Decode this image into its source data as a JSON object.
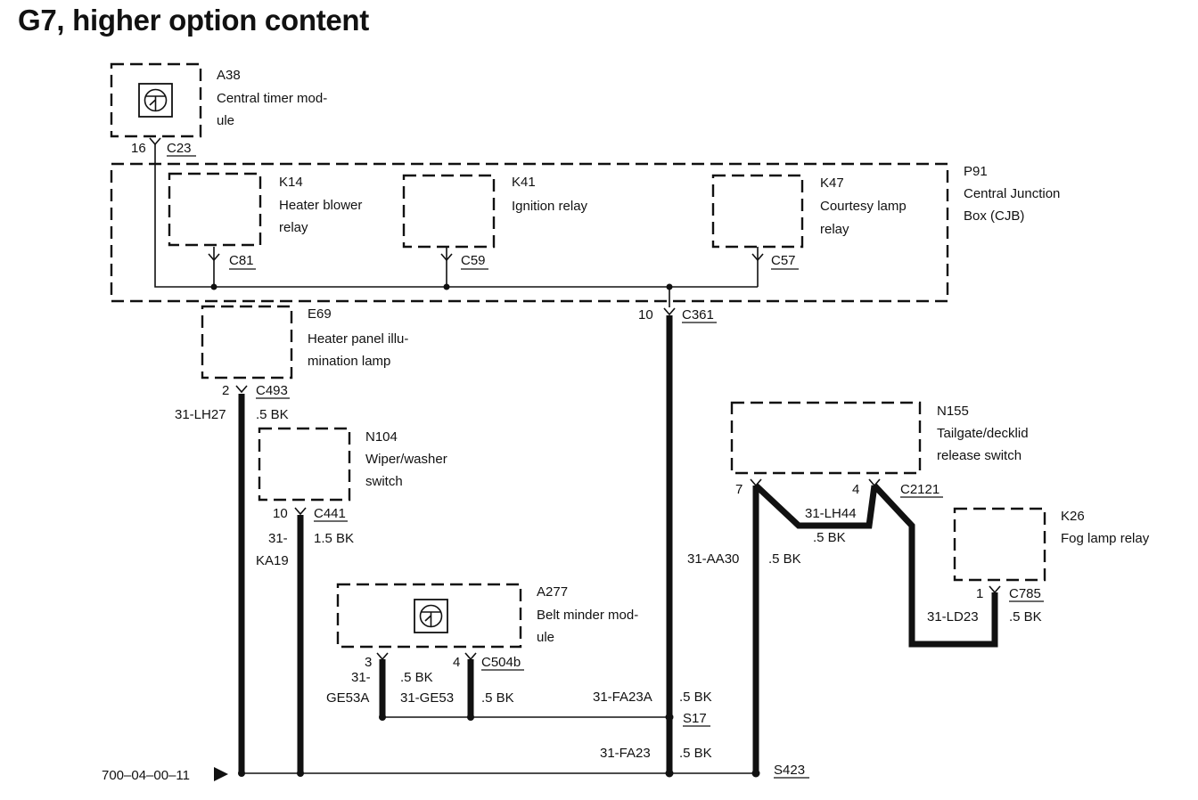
{
  "title": "G7, higher option content",
  "components": {
    "A38": {
      "id": "A38",
      "line1": "Central timer mod-",
      "line2": "ule",
      "pin": "16",
      "connector": "C23"
    },
    "P91": {
      "id": "P91",
      "line1": "Central Junction",
      "line2": "Box (CJB)"
    },
    "K14": {
      "id": "K14",
      "line1": "Heater blower",
      "line2": "relay",
      "connector": "C81"
    },
    "K41": {
      "id": "K41",
      "line1": "Ignition relay",
      "connector": "C59"
    },
    "K47": {
      "id": "K47",
      "line1": "Courtesy lamp",
      "line2": "relay",
      "connector": "C57"
    },
    "C361": {
      "pin": "10",
      "connector": "C361"
    },
    "E69": {
      "id": "E69",
      "line1": "Heater panel illu-",
      "line2": "mination lamp",
      "pin": "2",
      "connector": "C493"
    },
    "N104": {
      "id": "N104",
      "line1": "Wiper/washer",
      "line2": "switch",
      "pin": "10",
      "connector": "C441"
    },
    "A277": {
      "id": "A277",
      "line1": "Belt minder mod-",
      "line2": "ule",
      "pin_a": "3",
      "pin_b": "4",
      "connector": "C504b"
    },
    "N155": {
      "id": "N155",
      "line1": "Tailgate/decklid",
      "line2": "release switch",
      "pin_a": "7",
      "pin_b": "4",
      "connector": "C2121"
    },
    "K26": {
      "id": "K26",
      "line1": "Fog lamp relay",
      "pin": "1",
      "connector": "C785"
    }
  },
  "wires": {
    "lh27": {
      "code": "31-LH27",
      "size": ".5 BK"
    },
    "ka19": {
      "code_a": "31-",
      "code_b": "KA19",
      "size": "1.5 BK"
    },
    "ge53a": {
      "code_a": "31-",
      "code_b": "GE53A",
      "size": ".5 BK"
    },
    "ge53": {
      "code": "31-GE53",
      "size": ".5 BK"
    },
    "fa23a": {
      "code": "31-FA23A",
      "size": ".5 BK"
    },
    "fa23": {
      "code": "31-FA23",
      "size": ".5 BK"
    },
    "aa30": {
      "code": "31-AA30",
      "size": ".5 BK"
    },
    "lh44": {
      "code": "31-LH44",
      "size": ".5 BK"
    },
    "ld23": {
      "code": "31-LD23",
      "size": ".5 BK"
    }
  },
  "splices": {
    "s17": "S17",
    "s423": "S423"
  },
  "reference": "700–04–00–11"
}
